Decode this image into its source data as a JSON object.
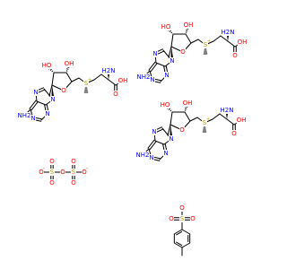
{
  "colors": {
    "O": "#ff0000",
    "N": "#0000ff",
    "S": "#b8a000",
    "C": "#000000"
  },
  "molecules": [
    {
      "atoms": [
        {
          "t": "H2N",
          "e": "N"
        },
        {
          "t": "OH",
          "e": "O"
        },
        {
          "t": "O",
          "e": "O"
        },
        {
          "t": "S",
          "e": "S",
          "charge": "+"
        },
        {
          "t": "OH",
          "e": "O"
        },
        {
          "t": "HO",
          "e": "O"
        },
        {
          "t": "O",
          "e": "O"
        },
        {
          "t": "N",
          "e": "N"
        },
        {
          "t": "N",
          "e": "N"
        },
        {
          "t": "N",
          "e": "N"
        },
        {
          "t": "N",
          "e": "N"
        },
        {
          "t": "NH2",
          "e": "N"
        }
      ]
    },
    {
      "atoms": [
        {
          "t": "H2N",
          "e": "N"
        },
        {
          "t": "OH",
          "e": "O"
        },
        {
          "t": "O",
          "e": "O"
        },
        {
          "t": "S",
          "e": "S",
          "charge": "+"
        },
        {
          "t": "OH",
          "e": "O"
        },
        {
          "t": "HO",
          "e": "O"
        },
        {
          "t": "O",
          "e": "O"
        },
        {
          "t": "N",
          "e": "N"
        },
        {
          "t": "N",
          "e": "N"
        },
        {
          "t": "N",
          "e": "N"
        },
        {
          "t": "N",
          "e": "N"
        },
        {
          "t": "NH2",
          "e": "N"
        }
      ]
    },
    {
      "atoms": [
        {
          "t": "H2N",
          "e": "N"
        },
        {
          "t": "OH",
          "e": "O"
        },
        {
          "t": "O",
          "e": "O"
        },
        {
          "t": "S",
          "e": "S",
          "charge": "+"
        },
        {
          "t": "OH",
          "e": "O"
        },
        {
          "t": "HO",
          "e": "O"
        },
        {
          "t": "O",
          "e": "O"
        },
        {
          "t": "N",
          "e": "N"
        },
        {
          "t": "N",
          "e": "N"
        },
        {
          "t": "N",
          "e": "N"
        },
        {
          "t": "N",
          "e": "N"
        },
        {
          "t": "NH2",
          "e": "N"
        }
      ]
    }
  ],
  "disulfate": {
    "atoms": [
      {
        "t": "O",
        "e": "O",
        "charge": "-"
      },
      {
        "t": "S",
        "e": "S"
      },
      {
        "t": "O",
        "e": "O"
      },
      {
        "t": "O",
        "e": "O"
      },
      {
        "t": "O",
        "e": "O"
      },
      {
        "t": "S",
        "e": "S"
      },
      {
        "t": "O",
        "e": "O",
        "charge": "-"
      },
      {
        "t": "O",
        "e": "O"
      },
      {
        "t": "O",
        "e": "O"
      }
    ]
  },
  "tosylate": {
    "atoms": [
      {
        "t": "O",
        "e": "O",
        "charge": "-"
      },
      {
        "t": "S",
        "e": "S"
      },
      {
        "t": "O",
        "e": "O"
      },
      {
        "t": "O",
        "e": "O"
      }
    ]
  }
}
